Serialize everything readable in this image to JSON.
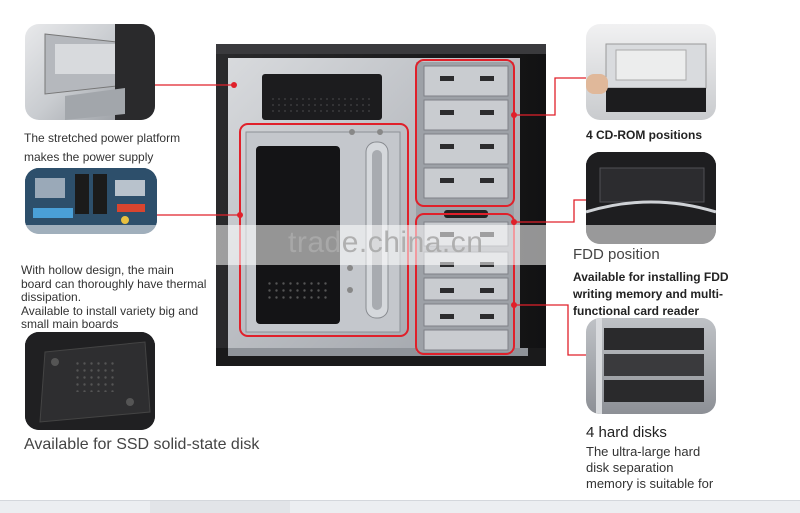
{
  "watermark": "trade.china.cn",
  "annotations": {
    "power_platform": [
      "The stretched power platform",
      "makes the power supply"
    ],
    "main_board": [
      "With hollow design, the main",
      "board can thoroughly have thermal",
      "dissipation.",
      "Available to install variety big and",
      "small main boards"
    ],
    "ssd": "Available for SSD solid-state disk",
    "cdrom": "4 CD-ROM positions",
    "fdd_title": "FDD position",
    "fdd": [
      "Available for installing FDD",
      "writing memory and multi-",
      "functional card reader"
    ],
    "hdd_title": "4 hard disks",
    "hdd": [
      "The ultra-large hard",
      "disk separation",
      "memory is suitable for"
    ]
  },
  "colors": {
    "accent": "#e0202a",
    "metal": "#b8bcc2",
    "case": "#1e1e20"
  }
}
